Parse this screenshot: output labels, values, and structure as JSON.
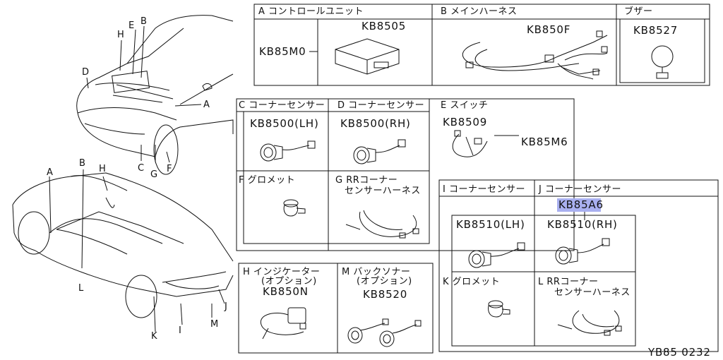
{
  "diagram_id": "YB85 0232",
  "vehicle_labels": [
    "A",
    "B",
    "C",
    "D",
    "E",
    "F",
    "G",
    "H",
    "I",
    "J",
    "K",
    "L",
    "M"
  ],
  "sections": {
    "A": {
      "title": "A コントロールユニット",
      "assembly": "KB85M0",
      "part": "KB8505"
    },
    "B": {
      "title": "B メインハーネス",
      "part": "KB850F"
    },
    "buzzer": {
      "title": "ブザー",
      "part": "KB8527"
    },
    "C": {
      "title": "C コーナーセンサー",
      "part": "KB8500(LH)"
    },
    "D": {
      "title": "D コーナーセンサー",
      "part": "KB8500(RH)"
    },
    "E": {
      "title": "E スイッチ",
      "part": "KB8509",
      "assembly": "KB85M6"
    },
    "F": {
      "title": "F グロメット"
    },
    "G": {
      "title_line1": "G RRコーナー",
      "title_line2": "センサーハーネス"
    },
    "H": {
      "title_line1": "H インジケーター",
      "title_line2": "(オプション)",
      "part": "KB850N"
    },
    "M": {
      "title_line1": "M バックソナー",
      "title_line2": "(オプション)",
      "part": "KB8520"
    },
    "I": {
      "title": "I コーナーセンサー",
      "part": "KB8510(LH)"
    },
    "J": {
      "title": "J コーナーセンサー",
      "assembly": "KB85A6",
      "part": "KB8510(RH)"
    },
    "K": {
      "title": "K グロメット"
    },
    "L": {
      "title_line1": "L RRコーナー",
      "title_line2": "センサーハーネス"
    }
  },
  "colors": {
    "highlight": "#a9b0f0",
    "line": "#111111"
  }
}
